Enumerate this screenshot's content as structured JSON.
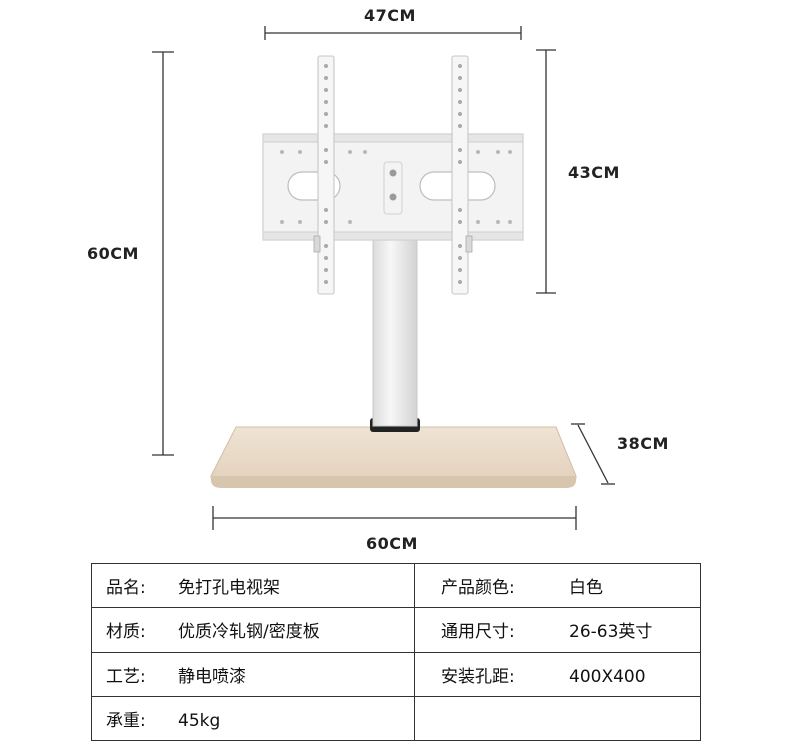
{
  "dimensions": {
    "top_width": "47CM",
    "mount_height": "43CM",
    "total_height": "60CM",
    "base_depth": "38CM",
    "base_width": "60CM"
  },
  "specs": {
    "rows": [
      {
        "left_label": "品名:",
        "left_value": "免打孔电视架",
        "right_label": "产品颜色:",
        "right_value": "白色"
      },
      {
        "left_label": "材质:",
        "left_value": "优质冷轧钢/密度板",
        "right_label": "通用尺寸:",
        "right_value": "26-63英寸"
      },
      {
        "left_label": "工艺:",
        "left_value": "静电喷漆",
        "right_label": "安装孔距:",
        "right_value": "400X400"
      },
      {
        "left_label": "承重:",
        "left_value": "45kg",
        "right_label": "",
        "right_value": ""
      }
    ]
  },
  "colors": {
    "bracket": "#f1f1f1",
    "bracket_outline": "#cfcfcf",
    "base_wood": "#eadbc9",
    "base_edge": "#d6c2ab",
    "line": "#333333"
  }
}
